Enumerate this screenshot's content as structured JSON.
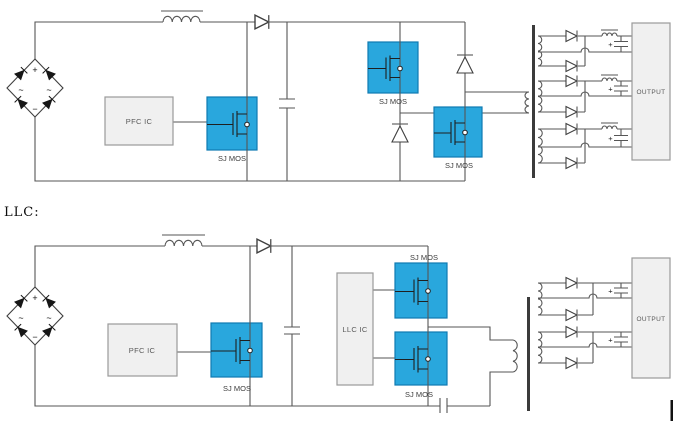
{
  "section_label": "LLC:",
  "blocks": {
    "pfc_ic": "PFC IC",
    "llc_ic": "LLC IC",
    "sj_mos": "SJ MOS",
    "output": "OUTPUT"
  },
  "bridge": {
    "plus": "+",
    "minus": "−",
    "ac_left": "~",
    "ac_right": "~"
  },
  "polarity_plus": "+",
  "colors": {
    "mos_fill": "#29a7dd",
    "mos_border": "#0f7ab2",
    "block_fill": "#f0f0f0",
    "block_border": "#9a9a9a",
    "wire": "#565656",
    "diode_fill": "#161616",
    "background": "#ffffff"
  }
}
